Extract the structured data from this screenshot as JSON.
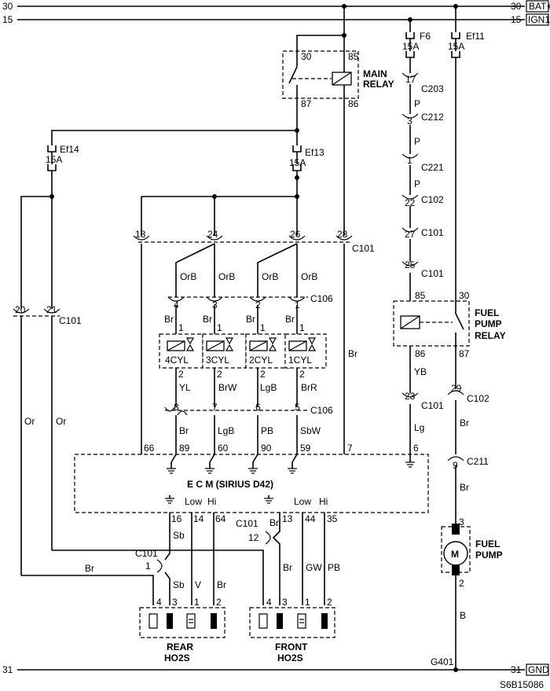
{
  "rails": {
    "bat_left": "30",
    "bat_right": "30",
    "bat_tag": "BAT+",
    "ign_left": "15",
    "ign_right": "15",
    "ign_tag": "IGN1",
    "gnd_left": "31",
    "gnd_right": "31",
    "gnd_tag": "GND"
  },
  "main_relay": {
    "label1": "MAIN",
    "label2": "RELAY",
    "pin30": "30",
    "pin85": "85",
    "pin87": "87",
    "pin86": "86"
  },
  "fuses": {
    "ef14": {
      "name": "Ef14",
      "rating": "15A"
    },
    "ef13": {
      "name": "Ef13",
      "rating": "15A"
    },
    "f6": {
      "name": "F6",
      "rating": "15A"
    },
    "ef11": {
      "name": "Ef11",
      "rating": "15A"
    }
  },
  "fuel_chain": [
    {
      "pin": "17",
      "conn": "C203",
      "wire": "P"
    },
    {
      "pin": "3",
      "conn": "C212",
      "wire": "P"
    },
    {
      "pin": "1",
      "conn": "C221",
      "wire": "P"
    },
    {
      "pin": "22",
      "conn": "C102",
      "wire": ""
    },
    {
      "pin": "27",
      "conn": "C101",
      "wire": ""
    },
    {
      "pin": "25",
      "conn": "C101",
      "wire": ""
    }
  ],
  "c101_top": {
    "pins": [
      "18",
      "24",
      "26",
      "28"
    ],
    "conn": "C101"
  },
  "c101_left": {
    "pins": [
      "20",
      "21"
    ],
    "conn": "C101"
  },
  "injector_feed_wires": [
    "OrB",
    "OrB",
    "OrB",
    "OrB"
  ],
  "c106_top": {
    "pins": [
      "4",
      "3",
      "2",
      "1"
    ],
    "conn": "C106"
  },
  "injector_in_wires": [
    "Br",
    "Br",
    "Br",
    "Br"
  ],
  "injectors": [
    {
      "name": "4CYL",
      "p1": "1",
      "p2": "2",
      "out_wire": "YL"
    },
    {
      "name": "3CYL",
      "p1": "1",
      "p2": "2",
      "out_wire": "BrW"
    },
    {
      "name": "2CYL",
      "p1": "1",
      "p2": "2",
      "out_wire": "LgB"
    },
    {
      "name": "1CYL",
      "p1": "1",
      "p2": "2",
      "out_wire": "BrR"
    }
  ],
  "c106_bottom": {
    "pins": [
      "8",
      "7",
      "6",
      "5"
    ],
    "conn": "C106"
  },
  "ecm_in_wires": [
    "Br",
    "LgB",
    "PB",
    "SbW"
  ],
  "ecm": {
    "title": "E   C   M   (SIRIUS D42)",
    "top_pins": [
      "66",
      "89",
      "60",
      "90",
      "59",
      "7",
      "6"
    ],
    "bot_pins": [
      "16",
      "14",
      "64",
      "13",
      "44",
      "35"
    ],
    "low1": "Low",
    "hi1": "Hi",
    "low2": "Low",
    "hi2": "Hi"
  },
  "fuel_relay": {
    "label1": "FUEL",
    "label2": "PUMP",
    "label3": "RELAY",
    "p85": "85",
    "p30": "30",
    "p86": "86",
    "p87": "87"
  },
  "wires": {
    "br_28": "Br",
    "yb": "YB",
    "lg": "Lg",
    "c101_23": "23",
    "c101_23c": "C101",
    "c102_29": "29",
    "c102_29c": "C102",
    "br_pump1": "Br",
    "c211_9": "9",
    "c211_9c": "C211",
    "br_pump2": "Br",
    "or_left": "Or",
    "or_right": "Or",
    "sb_rear_top": "Sb",
    "br_front_top": "Br",
    "c101_12": "12",
    "c101_12c": "C101",
    "c101_1": "1",
    "c101_1c": "C101",
    "br_rear": "Br",
    "sb_rear": "Sb",
    "v_rear": "V",
    "br_rear2": "Br",
    "br_front": "Br",
    "gw_front": "GW",
    "pb_front": "PB",
    "b_pump": "B"
  },
  "rear_o2": {
    "label1": "REAR",
    "label2": "HO2S",
    "pins": [
      "4",
      "3",
      "1",
      "2"
    ]
  },
  "front_o2": {
    "label1": "FRONT",
    "label2": "HO2S",
    "pins": [
      "4",
      "3",
      "1",
      "2"
    ]
  },
  "fuel_pump": {
    "label1": "FUEL",
    "label2": "PUMP",
    "motor": "M",
    "p3": "3",
    "p2": "2"
  },
  "ground": {
    "name": "G401"
  },
  "figure_code": "S6B15086"
}
